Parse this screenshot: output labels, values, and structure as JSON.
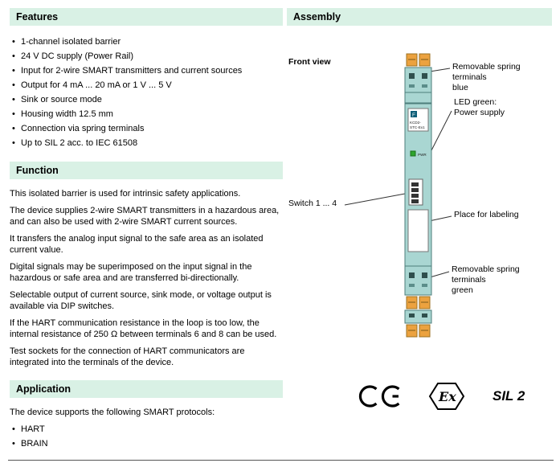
{
  "left": {
    "features": {
      "title": "Features",
      "items": [
        "1-channel isolated barrier",
        "24 V DC supply (Power Rail)",
        "Input for 2-wire SMART transmitters and current sources",
        "Output for 4 mA ... 20 mA or 1 V ... 5 V",
        "Sink or source mode",
        "Housing width 12.5 mm",
        "Connection via spring terminals",
        "Up to SIL 2 acc. to IEC 61508"
      ]
    },
    "function": {
      "title": "Function",
      "paragraphs": [
        "This isolated barrier is used for intrinsic safety applications.",
        "The device supplies 2-wire SMART transmitters in a hazardous area, and can also be used with 2-wire SMART current sources.",
        "It transfers the analog input signal to the safe area as an isolated current value.",
        "Digital signals may be superimposed on the input signal in the hazardous or safe area and are transferred bi-directionally.",
        "Selectable output of current source, sink mode, or voltage output is available via DIP switches.",
        "If the HART communication resistance in the loop is too low, the internal resistance of 250 Ω between terminals 6 and 8 can be used.",
        "Test sockets for the connection of HART communicators are integrated into the terminals of the device."
      ]
    },
    "application": {
      "title": "Application",
      "intro": "The device supports the following SMART protocols:",
      "items": [
        "HART",
        "BRAIN"
      ]
    }
  },
  "right": {
    "assembly": {
      "title": "Assembly",
      "front_view_label": "Front view",
      "callouts": {
        "terminals_blue": "Removable spring terminals\nblue",
        "led_green": "LED green:\nPower supply",
        "switches": "Switch 1 ... 4",
        "labeling": "Place for labeling",
        "terminals_green": "Removable spring terminals\ngreen"
      },
      "device": {
        "logo_letter": "F",
        "label_line1": "KCD2-",
        "label_line2": "STC-Ex1",
        "led_label": "PWR"
      }
    },
    "certifications": {
      "ce": "CE",
      "ex": "Ex",
      "sil": "SIL 2"
    }
  },
  "colors": {
    "heading_bg": "#d9f1e5",
    "device_teal": "#a9d6d2",
    "terminal_orange": "#eca23f",
    "led_green": "#2da52d"
  }
}
